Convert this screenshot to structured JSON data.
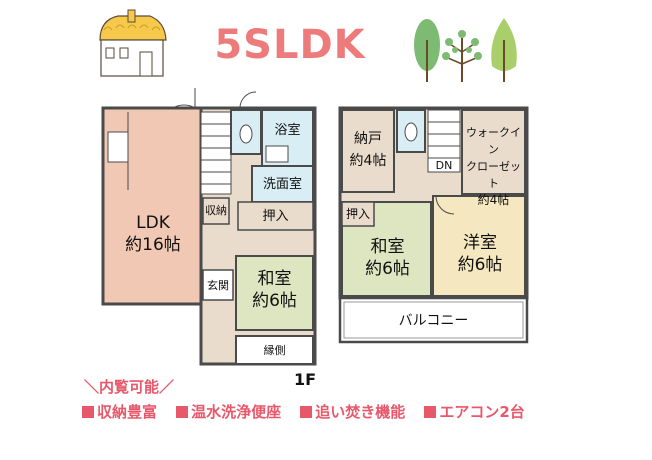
{
  "title": "5SLDK",
  "colors": {
    "title": "#ee7b7b",
    "ldk": "#f0c8b4",
    "washitsu": "#dde6c1",
    "youshitsu": "#f5e7bf",
    "storage": "#eadccd",
    "bath": "#d9edf4",
    "balcony": "#ffffff",
    "accent": "#e8586b",
    "wall": "#4a4a4a"
  },
  "floor1": {
    "label": "1F",
    "rooms": {
      "ldk": {
        "name": "LDK",
        "size": "約16帖"
      },
      "bath": {
        "name": "浴室"
      },
      "washroom": {
        "name": "洗面室"
      },
      "storage": {
        "name": "収納"
      },
      "closet": {
        "name": "押入"
      },
      "washitsu": {
        "name": "和室",
        "size": "約6帖"
      },
      "entrance": {
        "name": "玄関"
      },
      "engawa": {
        "name": "縁側"
      }
    }
  },
  "floor2": {
    "rooms": {
      "nando": {
        "name": "納戸",
        "size": "約4帖"
      },
      "walkin": {
        "name": "ウォークイン",
        "name2": "クローゼット",
        "size": "約4帖"
      },
      "dn": {
        "name": "DN"
      },
      "closet": {
        "name": "押入"
      },
      "washitsu": {
        "name": "和室",
        "size": "約6帖"
      },
      "youshitsu": {
        "name": "洋室",
        "size": "約6帖"
      },
      "balcony": {
        "name": "バルコニー"
      }
    }
  },
  "features": {
    "header": "＼内覧可能／",
    "items": [
      "収納豊富",
      "温水洗浄便座",
      "追い焚き機能",
      "エアコン2台"
    ]
  },
  "icons": [
    "house-icon",
    "tree-icon",
    "branch-tree-icon",
    "tall-tree-icon"
  ]
}
